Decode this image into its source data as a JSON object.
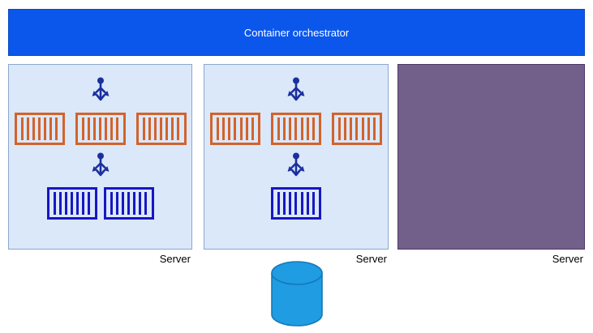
{
  "orchestrator": {
    "label": "Container orchestrator"
  },
  "servers": [
    {
      "label": "Server",
      "load_balancer_icons": 2,
      "orange_containers": 3,
      "blue_containers": 2,
      "empty": false
    },
    {
      "label": "Server",
      "load_balancer_icons": 2,
      "orange_containers": 3,
      "blue_containers": 1,
      "empty": false
    },
    {
      "label": "Server",
      "load_balancer_icons": 0,
      "orange_containers": 0,
      "blue_containers": 0,
      "empty": true
    }
  ],
  "database": {
    "shape": "cylinder"
  },
  "icons": {
    "load_balancer": "load-balancer-icon",
    "orange_container": "container-icon",
    "blue_container": "container-icon",
    "database": "database-cylinder-icon"
  },
  "colors": {
    "orchestrator_fill": "#0b57ec",
    "orchestrator_text": "#ffffff",
    "server_fill": "#dbe8fa",
    "server_border": "#8ca7cd",
    "empty_server_fill": "#73608a",
    "empty_server_border": "#4b3769",
    "orange_container": "#d2632b",
    "blue_container": "#1717c4",
    "load_balancer": "#1b2f9e",
    "database_fill": "#1f9ce2",
    "database_border": "#1579b8"
  }
}
